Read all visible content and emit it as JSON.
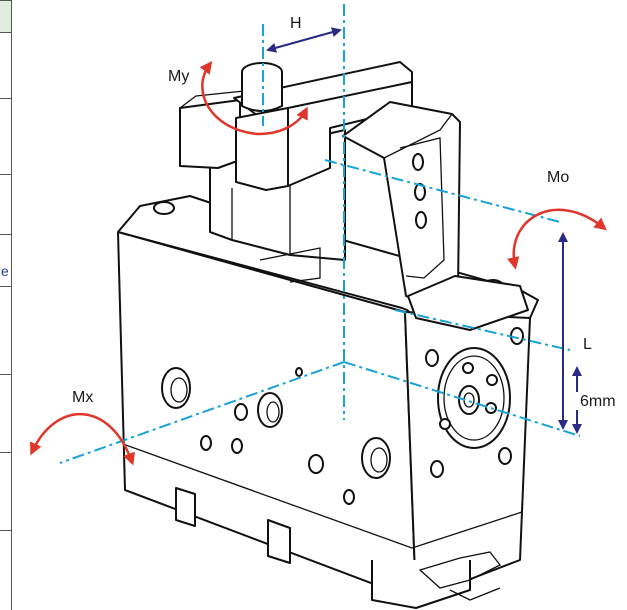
{
  "side_table": {
    "partial_char": "e",
    "accent_color": "#dfeedd"
  },
  "labels": {
    "h": "H",
    "my": "My",
    "mo": "Mo",
    "l": "L",
    "mx": "Mx",
    "offset": "6mm"
  },
  "colors": {
    "axis": "#17a2d8",
    "dimension": "#2a2b86",
    "moment_arrow": "#e0362a",
    "outline": "#111111"
  }
}
